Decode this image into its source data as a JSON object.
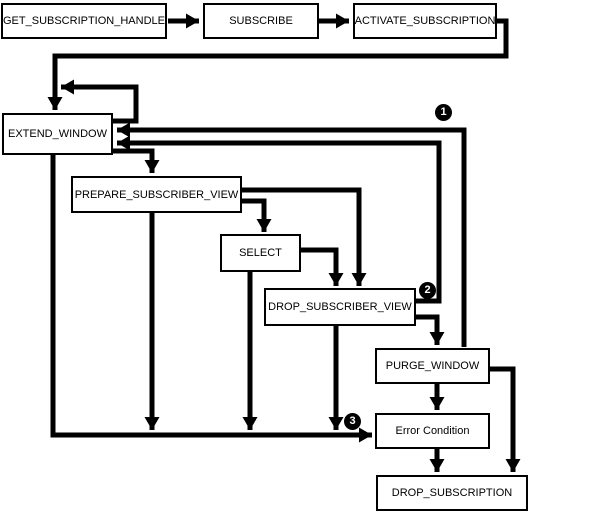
{
  "nodes": {
    "get_subscription_handle": {
      "label": "GET_SUBSCRIPTION_HANDLE"
    },
    "subscribe": {
      "label": "SUBSCRIBE"
    },
    "activate_subscription": {
      "label": "ACTIVATE_SUBSCRIPTION"
    },
    "extend_window": {
      "label": "EXTEND_WINDOW"
    },
    "prepare_subscriber_view": {
      "label": "PREPARE_SUBSCRIBER_VIEW"
    },
    "select": {
      "label": "SELECT"
    },
    "drop_subscriber_view": {
      "label": "DROP_SUBSCRIBER_VIEW"
    },
    "purge_window": {
      "label": "PURGE_WINDOW"
    },
    "error_condition": {
      "label": "Error Condition"
    },
    "drop_subscription": {
      "label": "DROP_SUBSCRIPTION"
    }
  },
  "badges": {
    "b1": {
      "label": "1"
    },
    "b2": {
      "label": "2"
    },
    "b3": {
      "label": "3"
    }
  },
  "colors": {
    "line": "#000000",
    "box_fill": "#ffffff",
    "box_border": "#000000",
    "badge_fill": "#000000",
    "badge_text": "#ffffff",
    "background": "#ffffff"
  }
}
